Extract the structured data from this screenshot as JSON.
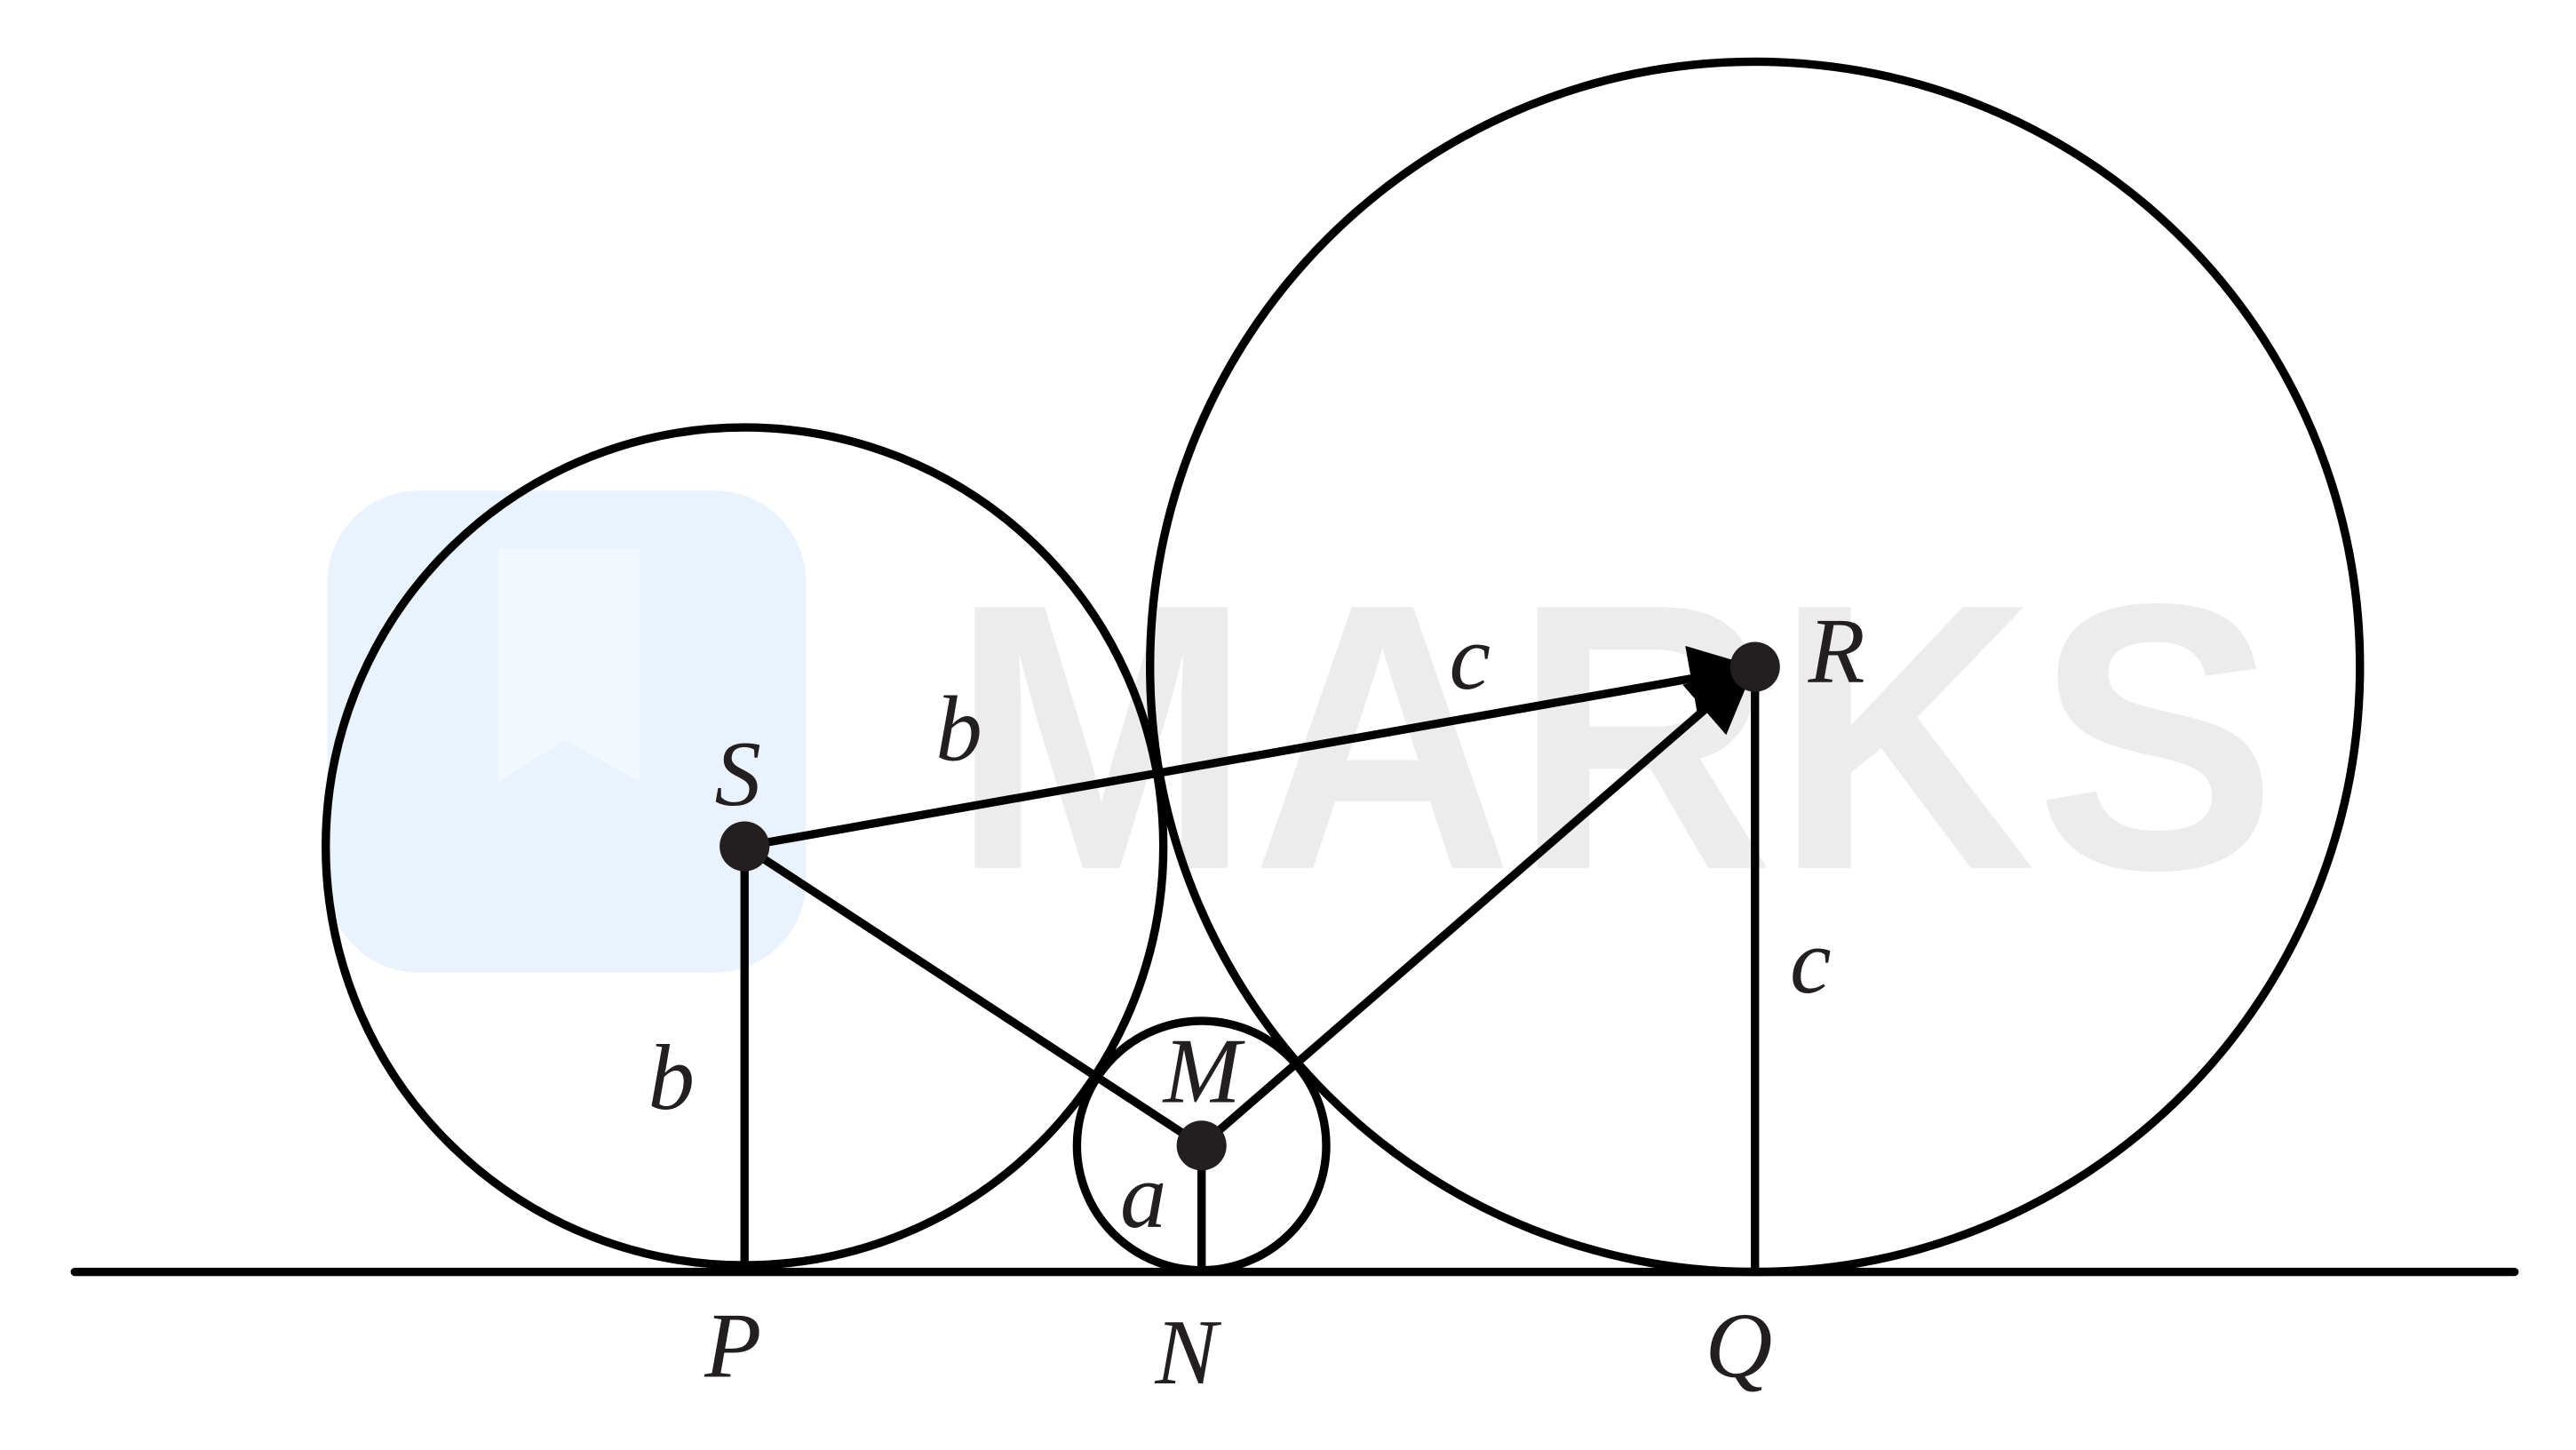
{
  "watermark": {
    "text": "MARKS",
    "badge_color": "#eaf3fd",
    "text_color": "#ececec"
  },
  "labels": {
    "S": "S",
    "R": "R",
    "M": "M",
    "P": "P",
    "N": "N",
    "Q": "Q",
    "b_SR": "b",
    "c_SR": "c",
    "b_SP": "b",
    "c_RQ": "c",
    "a_MN": "a"
  },
  "colors": {
    "stroke": "#000000",
    "point": "#231f20",
    "text": "#231f20"
  }
}
